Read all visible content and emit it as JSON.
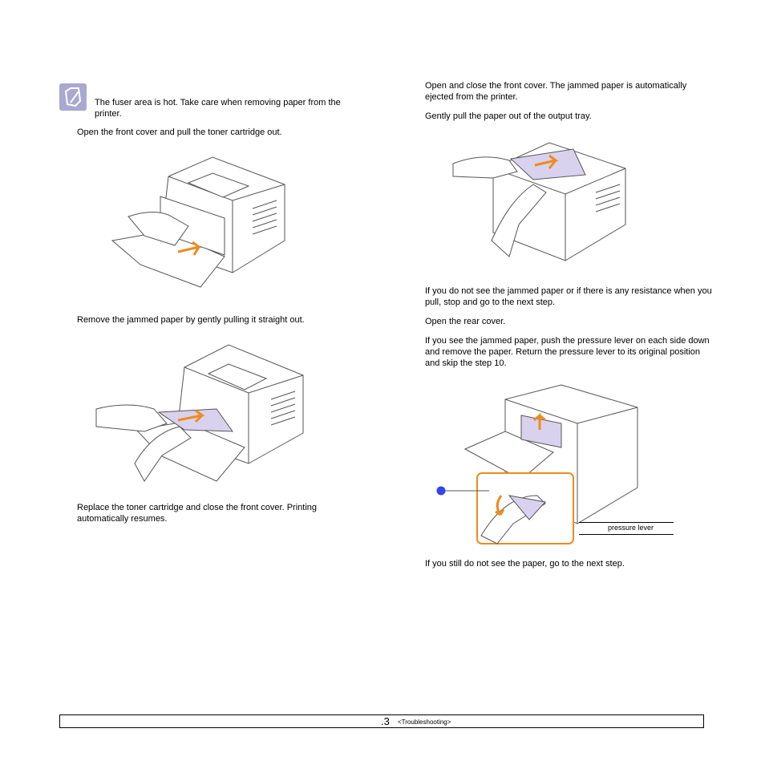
{
  "left_column": {
    "note_text": "The fuser area is hot. Take care when removing paper from the printer.",
    "step_open_front": "Open the front cover and pull the toner cartridge out.",
    "step_remove_jam": "Remove the jammed paper by gently pulling it straight out.",
    "step_replace": "Replace the toner cartridge and close the front cover. Printing automatically resumes."
  },
  "right_column": {
    "step_open_close_front": "Open and close the front cover. The jammed paper is automatically ejected from the printer.",
    "step_pull_output": "Gently pull the paper out of the output tray.",
    "step_resistance": "If you do not see the jammed paper or if there is any resistance when you pull, stop and go to the next step.",
    "step_open_rear": "Open the rear cover.",
    "step_pressure_lever": "If you see the jammed paper, push the pressure lever on each side down and remove the paper. Return the pressure lever to its original position and skip the step 10.",
    "callout_label": "pressure lever",
    "step_still_not": "If you still do not see the paper, go to the next step."
  },
  "footer": {
    "page_number": ".3",
    "section": "<Troubleshooting>"
  },
  "colors": {
    "note_icon": "#a8a8d0",
    "paper": "#d8d2ee",
    "arrow": "#f08a1c",
    "callout_dot": "#3344ee",
    "callout_frame": "#f08a1c"
  }
}
